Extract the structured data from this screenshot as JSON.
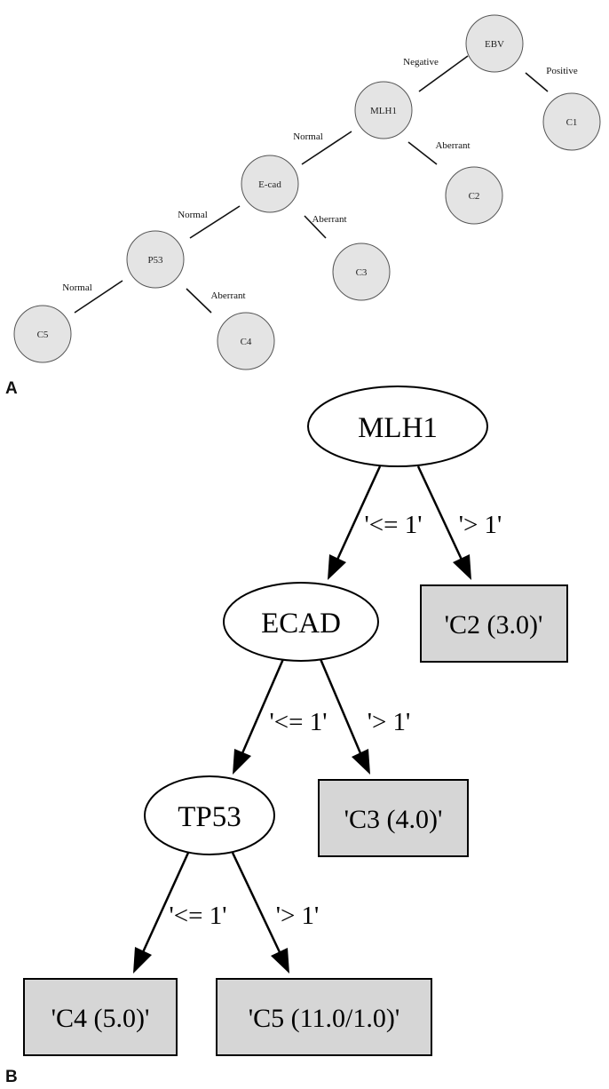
{
  "panel_a": {
    "label": "A",
    "nodes": {
      "ebv": "EBV",
      "mlh1": "MLH1",
      "ecad": "E-cad",
      "p53": "P53",
      "c1": "C1",
      "c2": "C2",
      "c3": "C3",
      "c4": "C4",
      "c5": "C5"
    },
    "edges": {
      "ebv_mlh1": "Negative",
      "ebv_c1": "Positive",
      "mlh1_ecad": "Normal",
      "mlh1_c2": "Aberrant",
      "ecad_p53": "Normal",
      "ecad_c3": "Aberrant",
      "p53_c5": "Normal",
      "p53_c4": "Aberrant"
    }
  },
  "panel_b": {
    "label": "B",
    "nodes": {
      "mlh1": "MLH1",
      "ecad": "ECAD",
      "tp53": "TP53",
      "c2": "'C2 (3.0)'",
      "c3": "'C3 (4.0)'",
      "c4": "'C4 (5.0)'",
      "c5": "'C5 (11.0/1.0)'"
    },
    "edges": {
      "mlh1_ecad": "'<= 1'",
      "mlh1_c2": "'> 1'",
      "ecad_tp53": "'<= 1'",
      "ecad_c3": "'> 1'",
      "tp53_c4": "'<= 1'",
      "tp53_c5": "'> 1'"
    }
  }
}
